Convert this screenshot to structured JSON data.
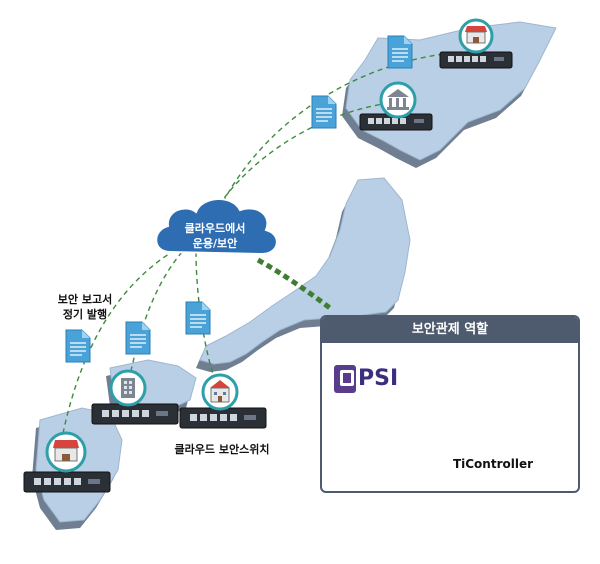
{
  "cloud": {
    "label": "클라우드에서\n운용/보안"
  },
  "report_label": {
    "line1": "보안 보고서",
    "line2": "정기 발행"
  },
  "switch_label": "클라우드 보안스위치",
  "panel": {
    "title": "보안관제 역할",
    "logo_text": "PSI",
    "product_name": "TiController"
  },
  "colors": {
    "map_fill": "#b9cfe6",
    "map_shadow": "#6f7f91",
    "cloud": "#2f6db3",
    "dash_line": "#3f8a3f",
    "panel_header": "#4e5b6e",
    "icon_ring": "#2d9fa8",
    "logo": "#3b2e7e"
  },
  "icons": [
    "shop-icon",
    "bank-icon",
    "document-icon",
    "cloud-icon",
    "building-icon",
    "network-switch-icon",
    "person-icon",
    "laptop-icon"
  ]
}
